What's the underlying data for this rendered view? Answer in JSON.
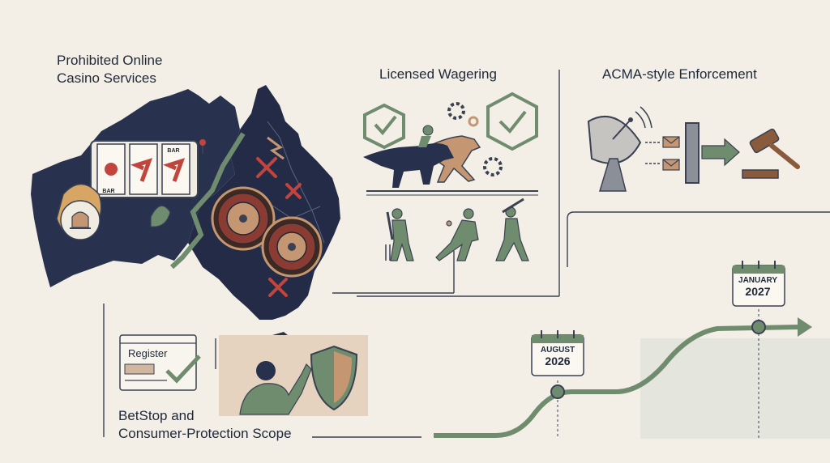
{
  "sections": {
    "casino": {
      "title_line1": "Prohibited Online",
      "title_line2": "Casino Services"
    },
    "wagering": {
      "title": "Licensed Wagering"
    },
    "enforcement": {
      "title": "ACMA-style Enforcement"
    },
    "betstop": {
      "title_line1": "BetStop and",
      "title_line2": "Consumer-Protection Scope",
      "register_label": "Register"
    }
  },
  "slot_labels": {
    "bar": "BAR"
  },
  "timeline": {
    "milestones": [
      {
        "month": "AUGUST",
        "year": "2026"
      },
      {
        "month": "JANUARY",
        "year": "2027"
      }
    ]
  },
  "colors": {
    "navy": "#27304d",
    "green": "#6f8d6e",
    "tan": "#c49772",
    "background": "#f3efe6"
  }
}
